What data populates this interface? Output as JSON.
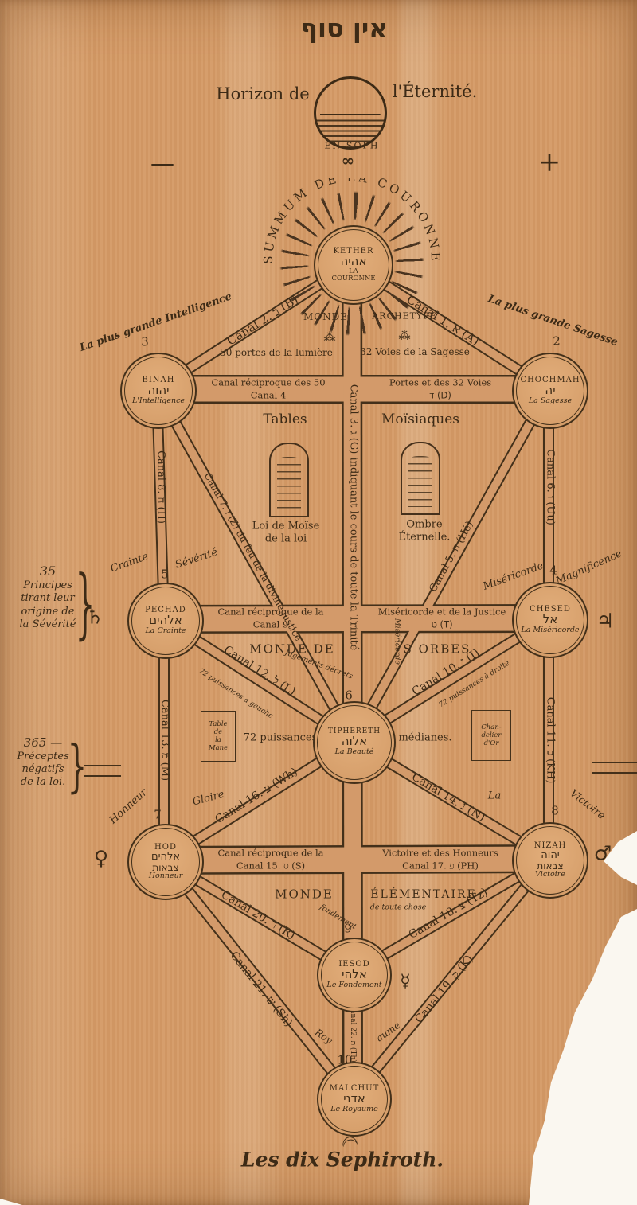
{
  "header": {
    "hebrew_title": "אין סוף",
    "horizon_left": "Horizon de",
    "horizon_right": "l'Éternité.",
    "ensoph": "EN-SOPH",
    "infinity": "∞",
    "minus": "—",
    "plus": "+",
    "arc": "SUMMUM DE LA COURONNE"
  },
  "worlds": {
    "monde": "MONDE",
    "archetype": "ARCHETYPE",
    "ornament": "⁂",
    "portes": "50 portes de la lumière",
    "voies": "32 Voies de la Sagesse",
    "tables": "Tables",
    "moisiaques": "Moïsiaques",
    "loi1": "Loi de Moïse",
    "loi2": "de la loi",
    "ombre1": "Ombre",
    "ombre2": "Éternelle.",
    "orbes_left": "MONDE DE",
    "orbes_right": "S ORBES",
    "puissances": "72 puissances",
    "medianes": "médianes.",
    "monde_elem_left": "MONDE",
    "monde_elem_right": "ÉLÉMENTAIRE",
    "toute_chose": "de toute chose"
  },
  "sephiroth": [
    {
      "name": "KETHER",
      "heb": "אהיה",
      "sub": "LA COURONNE"
    },
    {
      "num": "2",
      "name": "CHOCHMAH",
      "heb": "יה",
      "sub": "La Sagesse"
    },
    {
      "num": "3",
      "name": "BINAH",
      "heb": "יהוה",
      "sub": "L'Intelligence"
    },
    {
      "num": "4",
      "name": "CHESED",
      "heb": "אל",
      "sub": "La Miséricorde"
    },
    {
      "num": "5",
      "name": "PECHAD",
      "heb": "אלהים",
      "sub": "La Crainte"
    },
    {
      "num": "6",
      "name": "TIPHERETH",
      "heb": "אלוה",
      "sub": "La Beauté"
    },
    {
      "num": "7",
      "name": "HOD",
      "heb": "אלהים",
      "heb2": "צבאות",
      "sub": "Honneur"
    },
    {
      "num": "8",
      "name": "NIZAH",
      "heb": "יהוה",
      "heb2": "צבאות",
      "sub": "Victoire"
    },
    {
      "num": "9",
      "name": "IESOD",
      "heb": "אלהי",
      "sub": "Le Fondement"
    },
    {
      "num": "10",
      "name": "MALCHUT",
      "heb": "אדני",
      "sub": "Le Royaume"
    }
  ],
  "canals": {
    "c1": "Canal 1. א (A)",
    "c2": "Canal 2. ב (B)",
    "c3": "Canal 3. ג (G) indiquant le cours de toute la Trinité",
    "c4a": "Canal réciproque des 50",
    "c4b": "Canal 4",
    "c4c": "Portes et des 32 Voies",
    "c4d": "ד (D)",
    "c5": "Canal 5. ה (Hé)",
    "c6": "Canal 6. ו (Uu)",
    "c7": "Canal 7. ז (Z) du feu de la divine justice",
    "c8": "Canal 8. ח (H)",
    "c9a": "Canal réciproque de la",
    "c9b": "Canal 9",
    "c9c": "Miséricorde et de la Justice",
    "c9d": "ט (T)",
    "c10": "Canal 10. י (I)",
    "c11": "Canal 11. כ (KH)",
    "c12": "Canal 12. ל (L)",
    "c13": "Canal 13. מ (M)",
    "c14": "Canal 14. נ (N)",
    "c15a": "Canal réciproque de la",
    "c15b": "Canal 15. ס (S)",
    "c15c": "Victoire et des Honneurs",
    "c15d": "Canal 17. פ (PH)",
    "c16": "Canal 16. ע (Wh)",
    "c18": "Canal 18. צ (Tz)",
    "c19": "Canal 19. ק (K)",
    "c20": "Canal 20. ר (R)",
    "c21": "Canal 21. ש (Sh)",
    "c22": "Canal 22. ת (Th)",
    "g_left": "72 puissances à gauche",
    "g_right": "72 puissances à droite",
    "jugements": "Jugements décrets",
    "misericorde_v": "Miséricorde",
    "fondement": "fondement",
    "roy": "Roy",
    "aume": "aume"
  },
  "side": {
    "intelligence": "La plus grande Intelligence",
    "sagesse": "La plus grande Sagesse",
    "crainte": "Crainte",
    "severite": "Sévérité",
    "misericorde": "Miséricorde",
    "magnificence": "Magnificence",
    "honneur": "Honneur",
    "gloire": "Gloire",
    "la": "La",
    "victoire": "Victoire"
  },
  "notes": {
    "n35": [
      "35",
      "Principes",
      "tirant leur",
      "origine de",
      "la Sévérité"
    ],
    "n365": [
      "365 —",
      "Préceptes",
      "négatifs",
      "de la loi."
    ]
  },
  "planets": {
    "saturn": "♄",
    "jupiter": "♃",
    "venus": "♀",
    "mars": "♂",
    "mercury": "☿",
    "moon": "☽"
  },
  "boxes": {
    "mane": [
      "Table",
      "de",
      "la",
      "Mane"
    ],
    "chandelier": [
      "Chan-",
      "delier",
      "d'Or"
    ]
  },
  "caption": "Les dix Sephiroth."
}
